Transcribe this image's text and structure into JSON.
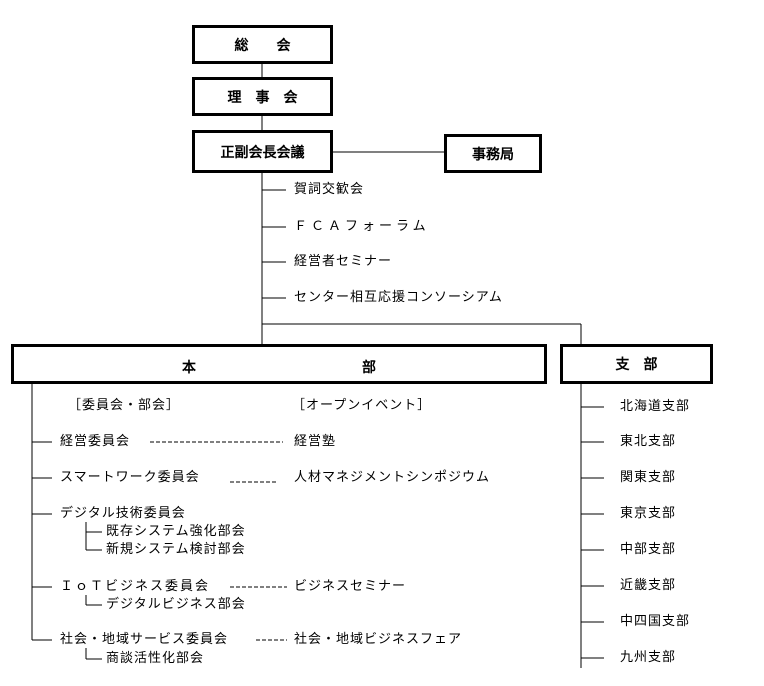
{
  "top": {
    "general_assembly": "総　　会",
    "board": "理　事　会",
    "chairs_meeting": "正副会長会議",
    "secretariat": "事務局"
  },
  "events": [
    "賀詞交歓会",
    "ＦＣＡフォーラム",
    "経営者セミナー",
    "センター相互応援コンソーシアム"
  ],
  "headquarters": {
    "label_left": "本",
    "label_right": "部",
    "committees_header": "［委員会・部会］",
    "open_events_header": "［オープンイベント］",
    "committees": [
      {
        "name": "経営委員会",
        "event": "経営塾"
      },
      {
        "name": "スマートワーク委員会",
        "event": "人材マネジメントシンポジウム"
      },
      {
        "name": "デジタル技術委員会",
        "subs": [
          "既存システム強化部会",
          "新規システム検討部会"
        ]
      },
      {
        "name": "ＩｏＴビジネス委員会",
        "event": "ビジネスセミナー",
        "subs": [
          "デジタルビジネス部会"
        ]
      },
      {
        "name": "社会・地域サービス委員会",
        "event": "社会・地域ビジネスフェア",
        "subs": [
          "商談活性化部会"
        ]
      }
    ]
  },
  "branches": {
    "label": "支　部",
    "items": [
      "北海道支部",
      "東北支部",
      "関東支部",
      "東京支部",
      "中部支部",
      "近畿支部",
      "中四国支部",
      "九州支部"
    ]
  }
}
